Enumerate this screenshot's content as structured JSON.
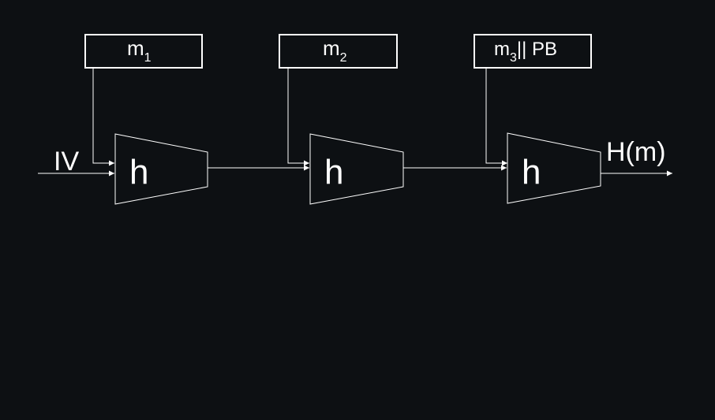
{
  "diagram": {
    "blocks": [
      {
        "message": "m",
        "subscript": "1",
        "suffix": "",
        "function_label": "h"
      },
      {
        "message": "m",
        "subscript": "2",
        "suffix": "",
        "function_label": "h"
      },
      {
        "message": "m",
        "subscript": "3",
        "suffix": "|| PB",
        "function_label": "h"
      }
    ],
    "input_label": "IV",
    "output_label": "H(m)"
  },
  "colors": {
    "background": "#0d1013",
    "stroke": "#ffffff"
  }
}
